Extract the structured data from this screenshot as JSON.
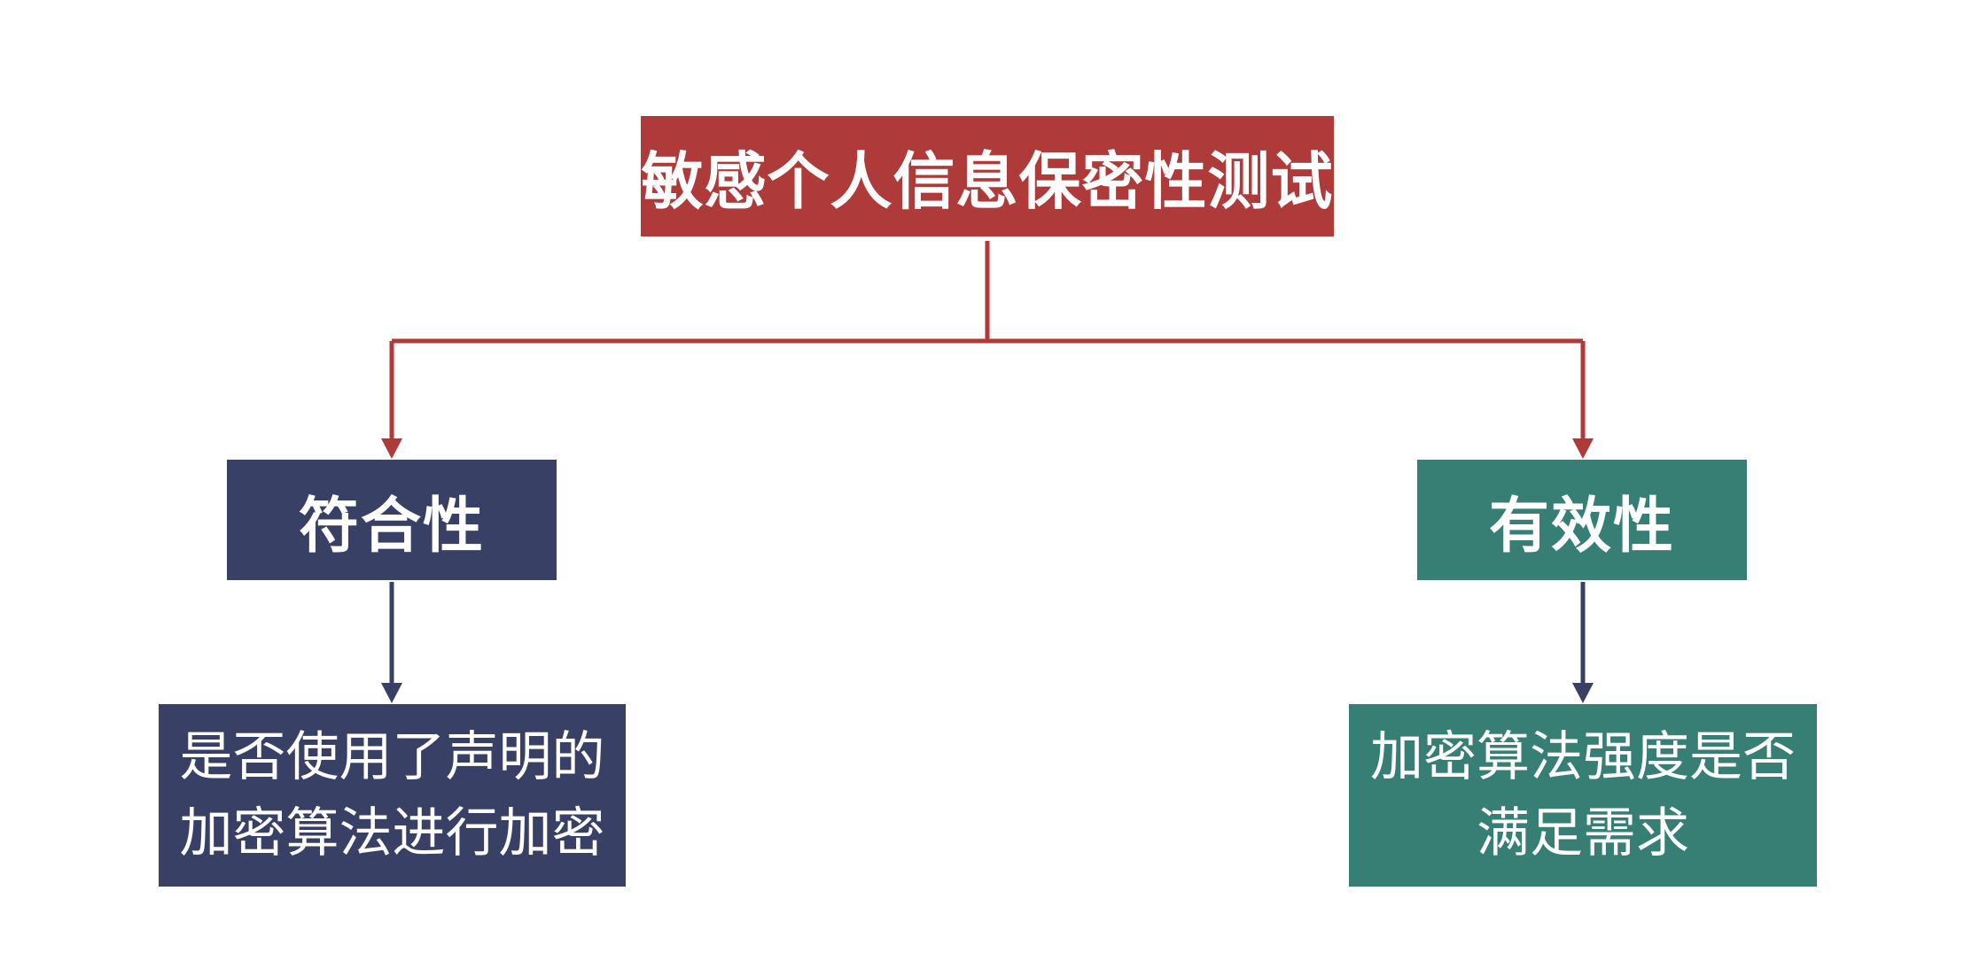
{
  "colors": {
    "root": "#ae3b39",
    "left_branch": "#394066",
    "right_branch": "#377f75",
    "background": "#ffffff"
  },
  "nodes": {
    "root": {
      "label": "敏感个人信息保密性测试"
    },
    "compliance": {
      "label": "符合性"
    },
    "effectiveness": {
      "label": "有效性"
    },
    "compliance_detail": {
      "line1": "是否使用了声明的",
      "line2": "加密算法进行加密"
    },
    "effectiveness_detail": {
      "line1": "加密算法强度是否",
      "line2": "满足需求"
    }
  }
}
